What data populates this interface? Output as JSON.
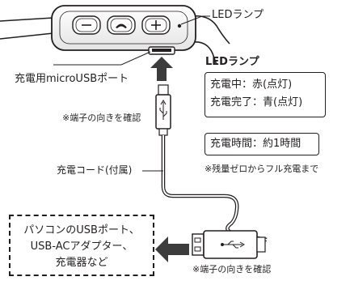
{
  "labels": {
    "led_lamp_callout": "LEDランプ",
    "charging_port": "充電用microUSBポート",
    "check_orientation_top": "※端子の向きを確認",
    "charging_cord": "充電コード(付属)",
    "check_orientation_bottom": "※端子の向きを確認"
  },
  "led_section": {
    "title": "LEDランプ",
    "charging": "充電中：赤(点灯)",
    "charged": "充電完了：青(点灯)"
  },
  "charge_time": {
    "text": "充電時間：約1時間",
    "note": "※残量ゼロからフル充電まで"
  },
  "power_source": {
    "line1": "パソコンのUSBポート、",
    "line2": "USB-ACアダプター、",
    "line3": "充電器など"
  },
  "icons": [
    "minus-icon",
    "phone-icon",
    "plus-icon",
    "usb-icon",
    "led-icon",
    "arrow-icon"
  ],
  "colors": {
    "ink": "#231f20",
    "arrow": "#3c3c3c",
    "panel": "#f2f2f2"
  }
}
